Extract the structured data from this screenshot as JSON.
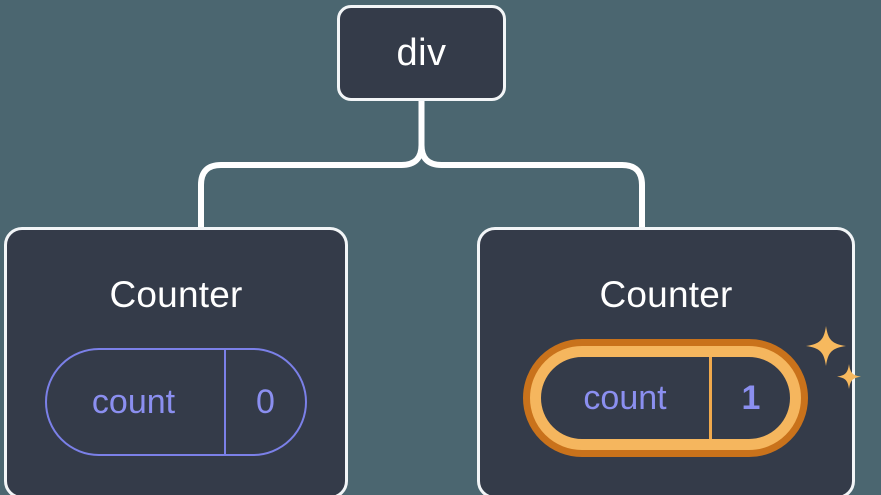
{
  "diagram": {
    "type": "component-tree",
    "background_color": "#4b6670",
    "node_fill_color": "#343b49",
    "node_border_color": "#f2f5f7",
    "accent_color": "#8b8ff0",
    "highlight_outer_color": "#c9721b",
    "highlight_inner_color": "#f5b65e",
    "sparkle_color": "#f7b95e",
    "connector_color": "#ffffff"
  },
  "root": {
    "label": "div"
  },
  "children": [
    {
      "title": "Counter",
      "state": {
        "key": "count",
        "value": "0"
      },
      "highlighted": false
    },
    {
      "title": "Counter",
      "state": {
        "key": "count",
        "value": "1"
      },
      "highlighted": true,
      "sparkle_count": 2
    }
  ]
}
